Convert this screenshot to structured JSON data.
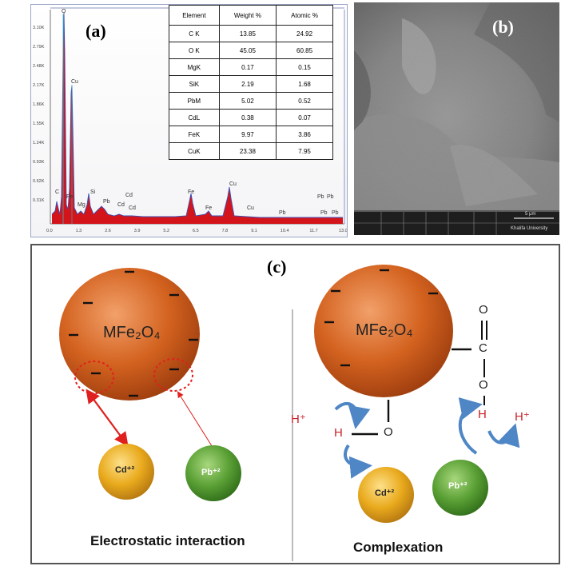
{
  "panel_a": {
    "label": "(a)",
    "table": {
      "headers": [
        "Element",
        "Weight %",
        "Atomic %"
      ],
      "rows": [
        [
          "C K",
          "13.85",
          "24.92"
        ],
        [
          "O K",
          "45.05",
          "60.85"
        ],
        [
          "MgK",
          "0.17",
          "0.15"
        ],
        [
          "SiK",
          "2.19",
          "1.68"
        ],
        [
          "PbM",
          "5.02",
          "0.52"
        ],
        [
          "CdL",
          "0.38",
          "0.07"
        ],
        [
          "FeK",
          "9.97",
          "3.86"
        ],
        [
          "CuK",
          "23.38",
          "7.95"
        ]
      ]
    },
    "y_ticks": [
      "3.10K",
      "2.79K",
      "2.48K",
      "2.17K",
      "1.86K",
      "1.55K",
      "1.24K",
      "0.93K",
      "0.62K",
      "0.31K"
    ],
    "x_ticks": [
      "0.0",
      "1.3",
      "2.6",
      "3.9",
      "5.2",
      "6.5",
      "7.8",
      "9.1",
      "10.4",
      "11.7",
      "13.0"
    ],
    "peak_labels": [
      "O",
      "Cu",
      "C",
      "Fe",
      "Mg",
      "Si",
      "Pb",
      "Cd",
      "Cd",
      "Cd",
      "Fe",
      "Fe",
      "Cu",
      "Cu",
      "Pb",
      "Pb",
      "Pb",
      "Pb",
      "Pb"
    ],
    "colors": {
      "fill": "#d4141b",
      "spectrum": "#3b4fb5",
      "axis": "#555555"
    }
  },
  "panel_b": {
    "label": "(b)",
    "scalebar_text": "5 μm",
    "footer_text": "Khalifa University"
  },
  "panel_c": {
    "label": "(c)",
    "left": {
      "particle": "MFe₂O₄",
      "ion1": "Cd⁺²",
      "ion2": "Pb⁺²",
      "caption": "Electrostatic interaction"
    },
    "right": {
      "particle": "MFe₂O₄",
      "ion1": "Cd⁺²",
      "ion2": "Pb⁺²",
      "atom_o": "O",
      "atom_c": "C",
      "atom_h": "H",
      "proton": "H⁺",
      "caption": "Complexation"
    },
    "colors": {
      "particle": "#c9561d",
      "cd": "#e7a61c",
      "pb": "#4f9a2f",
      "arrow_red": "#e0201e",
      "arrow_blue": "#4f86c6",
      "proton": "#c8232a"
    }
  }
}
